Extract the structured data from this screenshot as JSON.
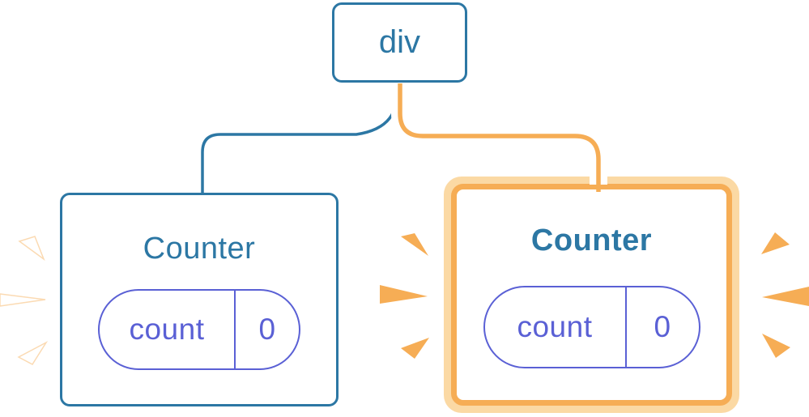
{
  "colors": {
    "blue": "#2c77a4",
    "purple": "#5a60d5",
    "orange": "#f6ad55",
    "orange_light": "#fbd9a4",
    "background": "#ffffff"
  },
  "tree": {
    "root": {
      "label": "div"
    },
    "children": [
      {
        "title": "Counter",
        "emphasis": "normal",
        "state": {
          "key": "count",
          "value": "0"
        }
      },
      {
        "title": "Counter",
        "emphasis": "highlighted",
        "state": {
          "key": "count",
          "value": "0"
        }
      }
    ]
  },
  "icons": {
    "sparks_left": "burst-rays-white",
    "sparks_between": "burst-rays-orange",
    "sparks_right": "burst-rays-orange"
  }
}
